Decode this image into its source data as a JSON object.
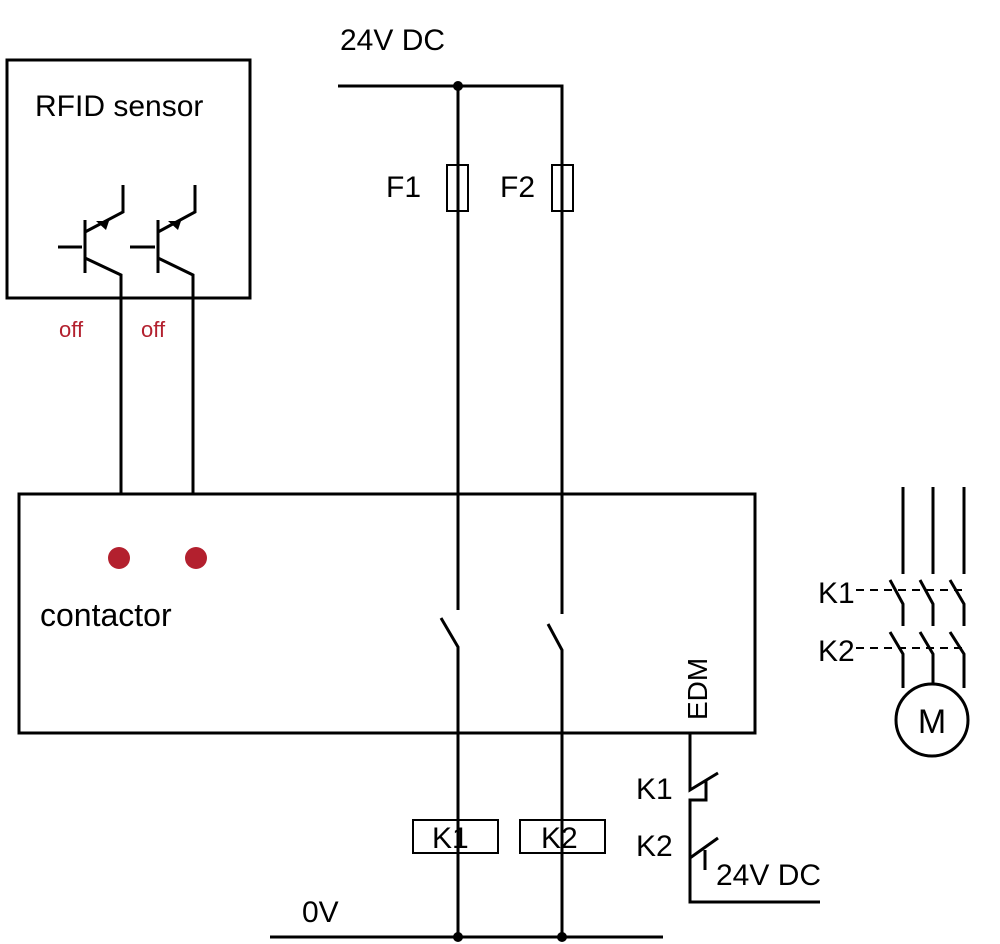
{
  "supply_top": "24V DC",
  "rfid_sensor": {
    "title": "RFID sensor",
    "outputs": [
      "off",
      "off"
    ]
  },
  "fuses": [
    "F1",
    "F2"
  ],
  "contactor_unit": {
    "label": "contactor",
    "edm": "EDM"
  },
  "coils": [
    "K1",
    "K2"
  ],
  "feedback": {
    "contacts": [
      "K1",
      "K2"
    ],
    "supply": "24V DC"
  },
  "ground": "0V",
  "motor": {
    "symbol": "M",
    "contacts": [
      "K1",
      "K2"
    ]
  },
  "colors": {
    "status": "#b3202e",
    "line": "#000000"
  }
}
